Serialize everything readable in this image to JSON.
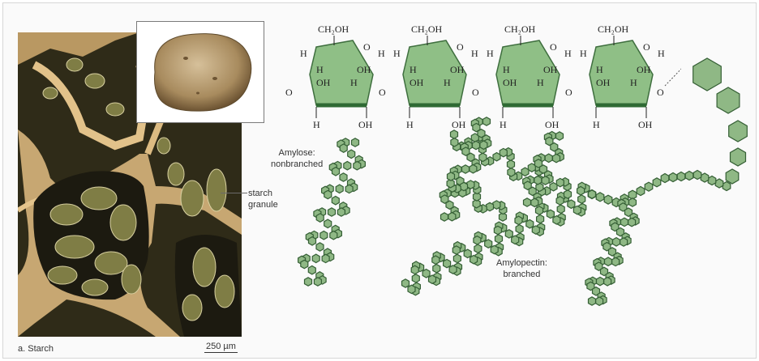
{
  "figure": {
    "caption": "a. Starch",
    "scale_bar": "250 µm",
    "starch_granule_label": [
      "starch",
      "granule"
    ],
    "amylose_label": [
      "Amylose:",
      "nonbranched"
    ],
    "amylopectin_label": [
      "Amylopectin:",
      "branched"
    ]
  },
  "chem": {
    "ch2oh": "CH₂OH",
    "h": "H",
    "oh": "OH",
    "o": "O"
  },
  "colors": {
    "ring_fill": "#8fbf86",
    "ring_stroke": "#3e6e3e",
    "ring_dark": "#2f6a34",
    "bead_fill": "#8fb885",
    "bead_stroke": "#355f35",
    "micrograph_wall": "#d9b880",
    "micrograph_bg": "#2e2a17",
    "granule": "#8a8a4a",
    "potato": "#a88b5e"
  },
  "icons": {
    "potato": "potato-illustration",
    "micrograph": "starch-micrograph"
  }
}
